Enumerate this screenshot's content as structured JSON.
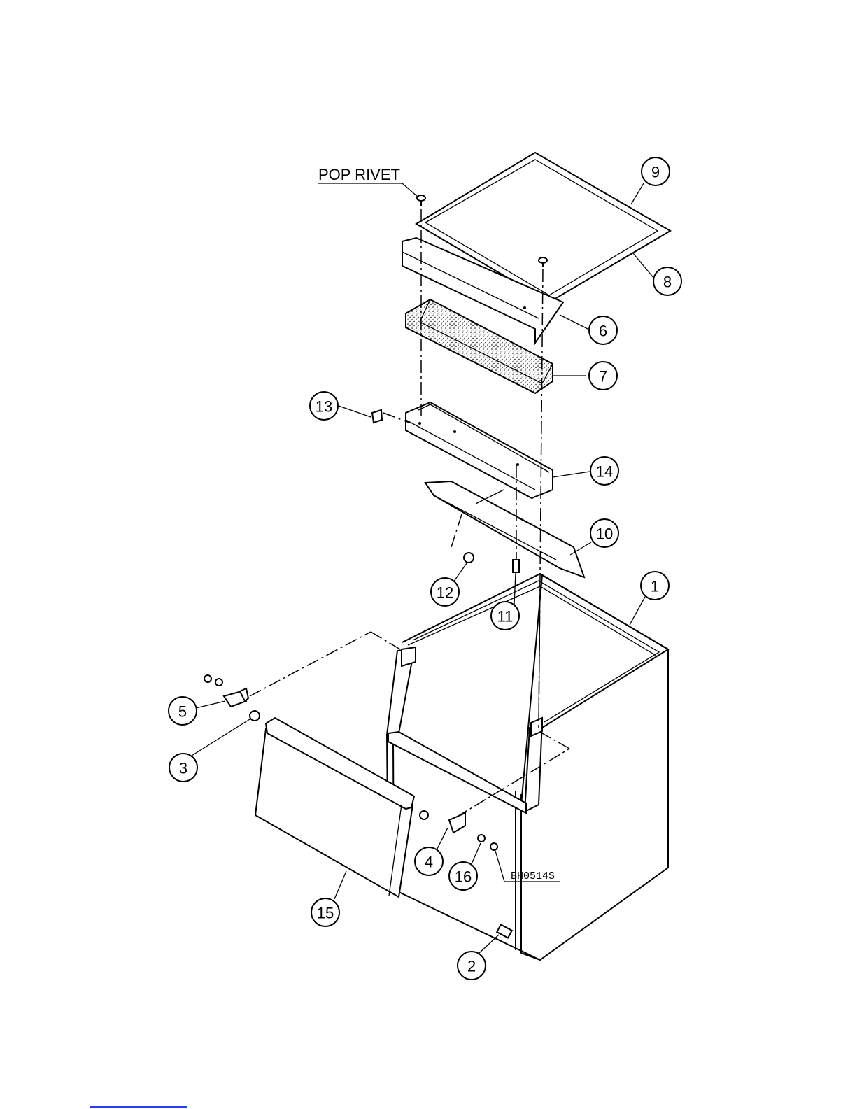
{
  "diagram": {
    "labels": {
      "pop_rivet": "POP RIVET",
      "bh_code": "BH0514S"
    },
    "callouts": [
      {
        "id": "c1",
        "number": "1"
      },
      {
        "id": "c2",
        "number": "2"
      },
      {
        "id": "c3",
        "number": "3"
      },
      {
        "id": "c4",
        "number": "4"
      },
      {
        "id": "c5",
        "number": "5"
      },
      {
        "id": "c6",
        "number": "6"
      },
      {
        "id": "c7",
        "number": "7"
      },
      {
        "id": "c8",
        "number": "8"
      },
      {
        "id": "c9",
        "number": "9"
      },
      {
        "id": "c10",
        "number": "10"
      },
      {
        "id": "c11",
        "number": "11"
      },
      {
        "id": "c12",
        "number": "12"
      },
      {
        "id": "c13",
        "number": "13"
      },
      {
        "id": "c14",
        "number": "14"
      },
      {
        "id": "c15",
        "number": "15"
      },
      {
        "id": "c16",
        "number": "16"
      }
    ]
  }
}
